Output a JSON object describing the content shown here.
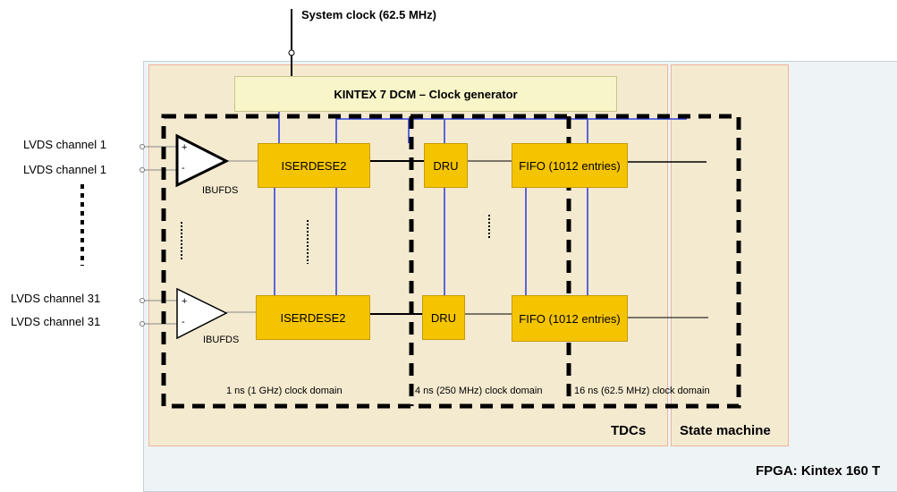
{
  "system_clock": "System clock (62.5 MHz)",
  "dcm_label": "KINTEX 7 DCM – Clock generator",
  "inputs": {
    "ch1a": "LVDS  channel  1",
    "ch1b": "LVDS  channel  1",
    "ch31a": "LVDS  channel  31",
    "ch31b": "LVDS  channel  31"
  },
  "buffer_label_1": "IBUFDS",
  "buffer_label_2": "IBUFDS",
  "plus_sign": "+",
  "minus_sign": "-",
  "iserdes_1": "ISERDESE2",
  "iserdes_2": "ISERDESE2",
  "dru_1": "DRU",
  "dru_2": "DRU",
  "fifo_1": "FIFO (1012 entries)",
  "fifo_2": "FIFO (1012 entries)",
  "domains": {
    "d1": "1 ns (1 GHz) clock domain",
    "d2": "4 ns (250 MHz) clock domain",
    "d3": "16 ns (62.5 MHz) clock domain"
  },
  "tdcs_label": "TDCs",
  "state_machine_label": "State machine",
  "fpga_label": "FPGA: Kintex 160 T",
  "colors": {
    "box": "#f5c400",
    "clock_wire": "#3344dd",
    "region": "#f4ead0",
    "fpga": "#eef3f6"
  }
}
